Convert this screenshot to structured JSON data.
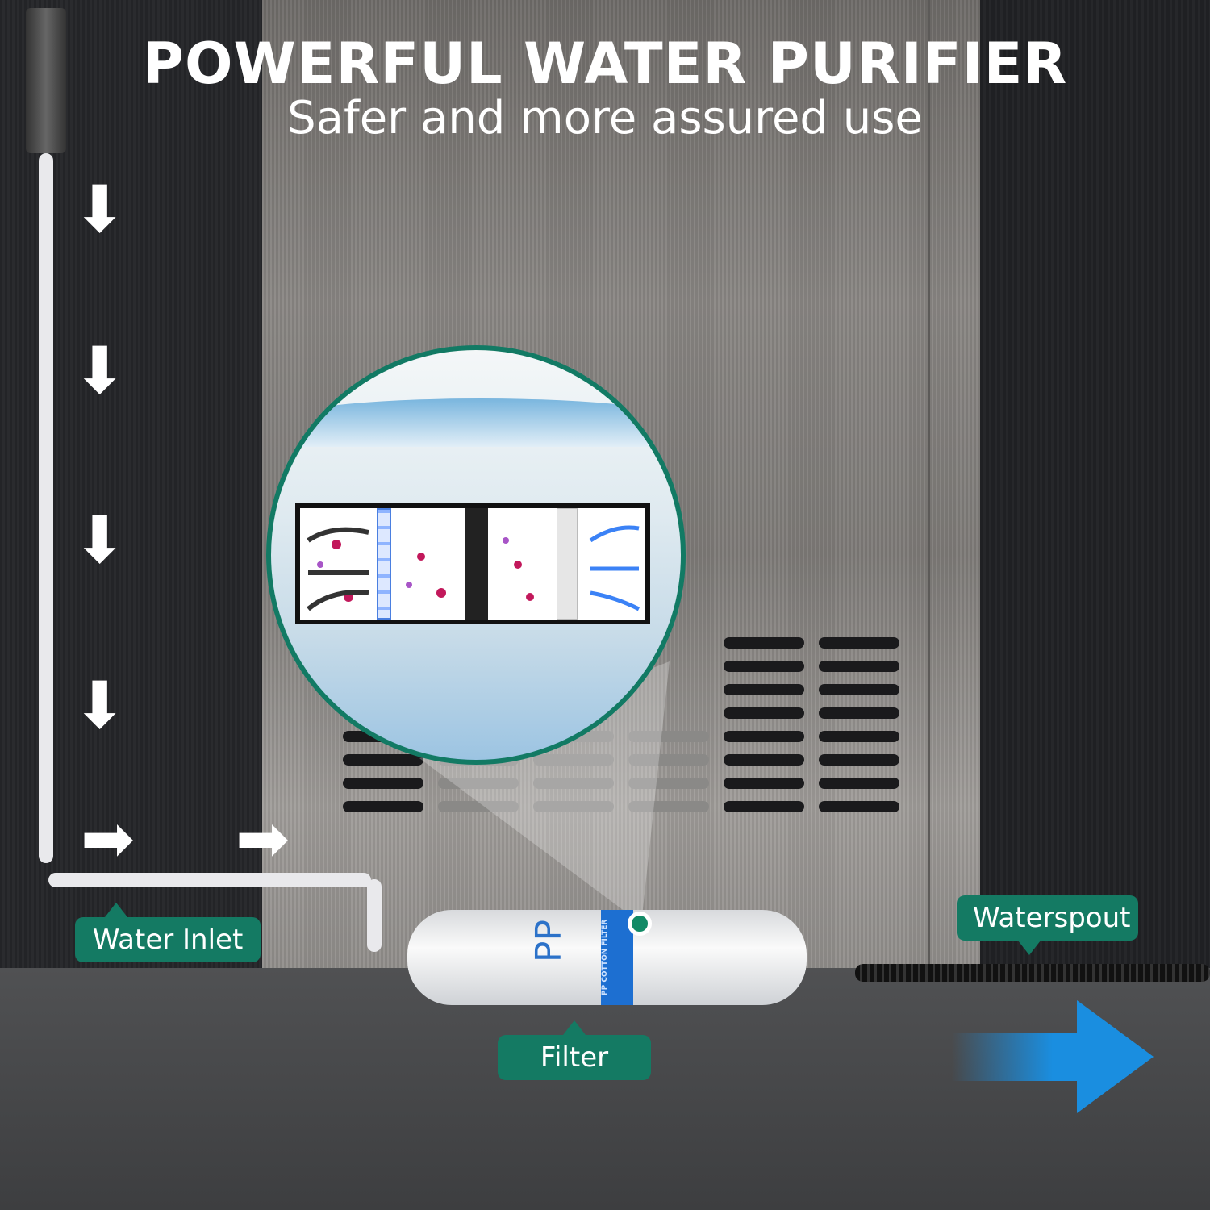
{
  "headline": "POWERFUL WATER PURIFIER",
  "subheadline": "Safer and more assured use",
  "labels": {
    "water_inlet": "Water Inlet",
    "filter": "Filter",
    "waterspout": "Waterspout"
  },
  "filter_print": {
    "brand_letters": "PP",
    "band_text": "PP COTTON FILTER"
  },
  "colors": {
    "label_bg": "#147a63",
    "flow_arrow": "#1a8ee0",
    "filter_band": "#1d6fd1"
  }
}
